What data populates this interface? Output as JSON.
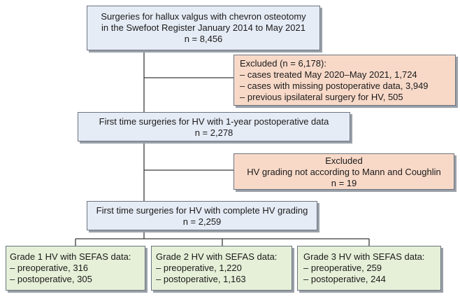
{
  "box1": {
    "lines": [
      "Surgeries for hallux valgus with chevron osteotomy",
      "in the Swefoot Register January 2014 to May 2021",
      "n = 8,456"
    ]
  },
  "excluded1": {
    "lines": [
      "Excluded (n = 6,178):",
      "– cases treated May 2020–May 2021, 1,724",
      "– cases with missing postoperative data, 3,949",
      "– previous ipsilateral surgery for HV, 505"
    ]
  },
  "box2": {
    "lines": [
      "First time surgeries for HV with 1-year postoperative data",
      "n = 2,278"
    ]
  },
  "excluded2": {
    "lines": [
      "Excluded",
      "HV grading not according to Mann and Coughlin",
      "n = 19"
    ]
  },
  "box3": {
    "lines": [
      "First time surgeries for HV with complete HV grading",
      "n = 2,259"
    ]
  },
  "grades": [
    {
      "lines": [
        "Grade 1 HV with SEFAS data:",
        "– preoperative, 316",
        "– postoperative, 305"
      ]
    },
    {
      "lines": [
        "Grade 2 HV with SEFAS data:",
        "– preoperative, 1,220",
        "– postoperative, 1,163"
      ]
    },
    {
      "lines": [
        "Grade 3 HV with SEFAS data:",
        "– preoperative, 259",
        "– postoperative, 244"
      ]
    }
  ],
  "colors": {
    "main_box": "#e6ecf6",
    "excluded_box": "#f8d9c8",
    "grade_box": "#e6f0d8",
    "lines": "#3a3a3a"
  }
}
